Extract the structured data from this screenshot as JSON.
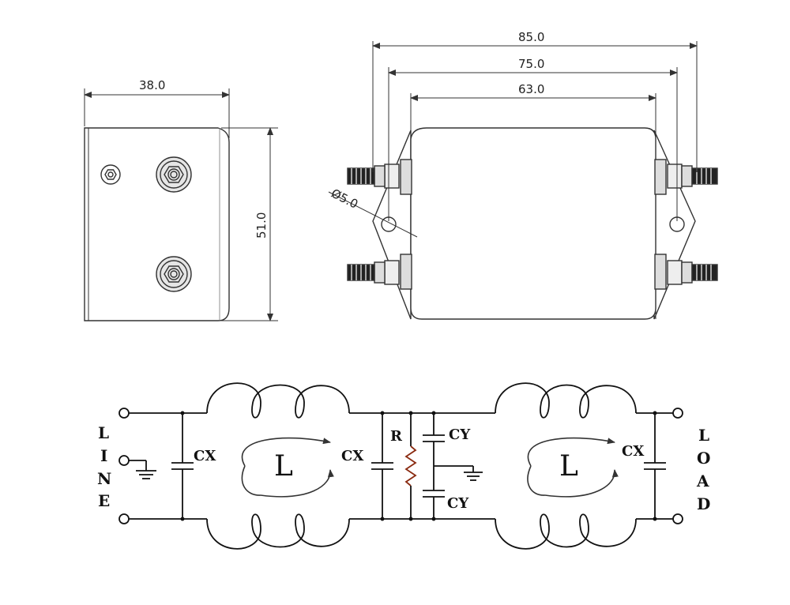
{
  "dimensions": {
    "side_width": "38.0",
    "side_height": "51.0",
    "overall_length": "85.0",
    "hole_spacing": "75.0",
    "body_length": "63.0",
    "hole_diameter": "Ø5.0"
  },
  "circuit": {
    "line_label": [
      "L",
      "I",
      "N",
      "E"
    ],
    "load_label": [
      "L",
      "O",
      "A",
      "D"
    ],
    "cx_left": "CX",
    "cx_mid": "CX",
    "cx_right": "CX",
    "resistor": "R",
    "cy_top": "CY",
    "cy_bottom": "CY",
    "inductor_left": "L",
    "inductor_right": "L"
  }
}
